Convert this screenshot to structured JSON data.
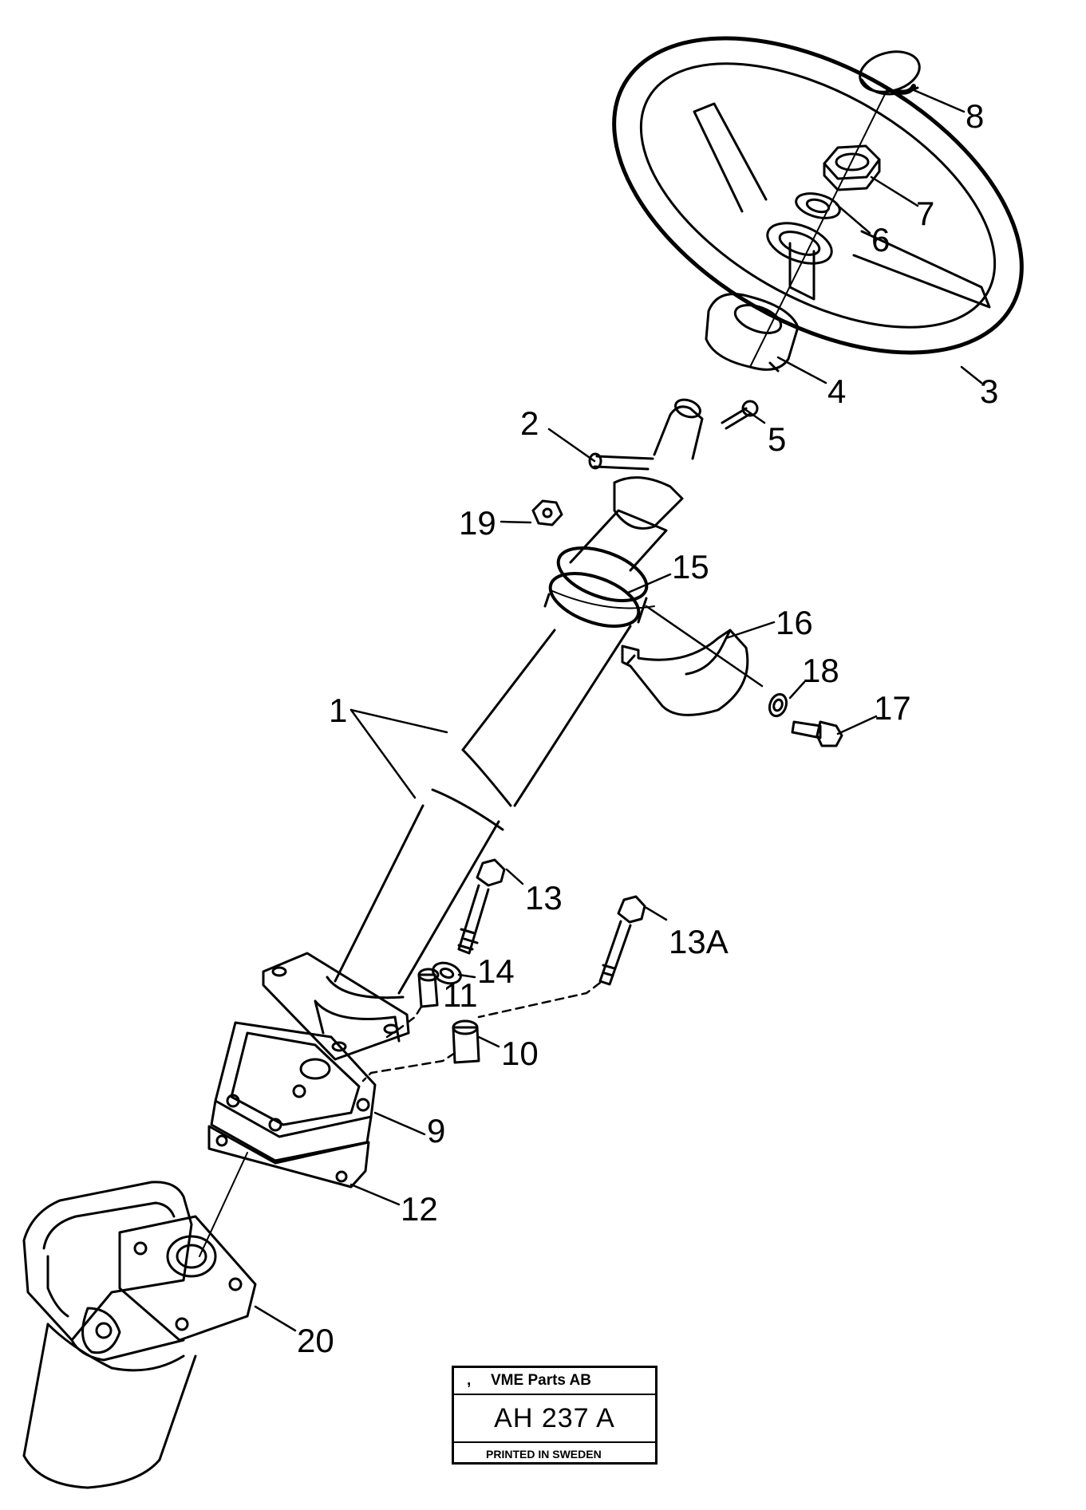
{
  "callouts": {
    "c1": "1",
    "c2": "2",
    "c3": "3",
    "c4": "4",
    "c5": "5",
    "c6": "6",
    "c7": "7",
    "c8": "8",
    "c9": "9",
    "c10": "10",
    "c11": "11",
    "c12": "12",
    "c13": "13",
    "c13a": "13A",
    "c14": "14",
    "c15": "15",
    "c16": "16",
    "c17": "17",
    "c18": "18",
    "c19": "19",
    "c20": "20"
  },
  "title_block": {
    "tick": ",",
    "company": "VME Parts AB",
    "drawing_number": "AH 237 A",
    "printed": "PRINTED IN SWEDEN"
  }
}
